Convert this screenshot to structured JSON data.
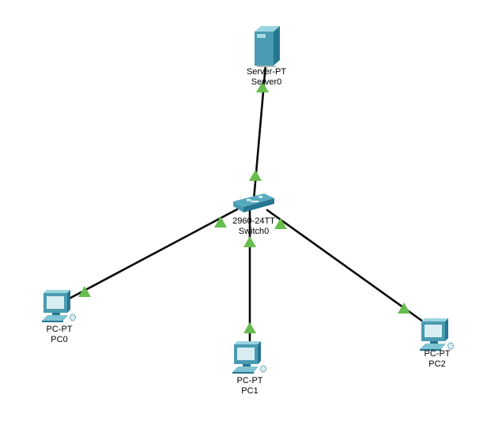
{
  "workspace": {
    "background": "#ffffff",
    "tool": "network-topology-canvas"
  },
  "colors": {
    "link_line": "#0a0a0a",
    "link_status_up": "#66bd4d",
    "device_body": "#4a9bb1",
    "device_side": "#26768f",
    "device_top": "#9ad5e0",
    "switch_top": "#58aabf",
    "screen": "#d8edf2",
    "vent": "#a9dbe5",
    "keyboard": "#7fc3d2",
    "shadow": "#a9b4b8",
    "mark": "#e8f6f9",
    "label_text": "#000000"
  },
  "devices": [
    {
      "id": "server0",
      "type": "server",
      "model": "Server-PT",
      "name": "Server0",
      "icon": "server-icon"
    },
    {
      "id": "switch0",
      "type": "switch",
      "model": "2960-24TT",
      "name": "Switch0",
      "icon": "switch-icon"
    },
    {
      "id": "pc0",
      "type": "pc",
      "model": "PC-PT",
      "name": "PC0",
      "icon": "pc-icon"
    },
    {
      "id": "pc1",
      "type": "pc",
      "model": "PC-PT",
      "name": "PC1",
      "icon": "pc-icon"
    },
    {
      "id": "pc2",
      "type": "pc",
      "model": "PC-PT",
      "name": "PC2",
      "icon": "pc-icon"
    }
  ],
  "links": [
    {
      "from": "Switch0",
      "to": "Server0",
      "status_endpoints": [
        "up",
        "up"
      ]
    },
    {
      "from": "Switch0",
      "to": "PC0",
      "status_endpoints": [
        "up",
        "up"
      ]
    },
    {
      "from": "Switch0",
      "to": "PC1",
      "status_endpoints": [
        "up",
        "up"
      ]
    },
    {
      "from": "Switch0",
      "to": "PC2",
      "status_endpoints": [
        "up",
        "up"
      ]
    }
  ]
}
